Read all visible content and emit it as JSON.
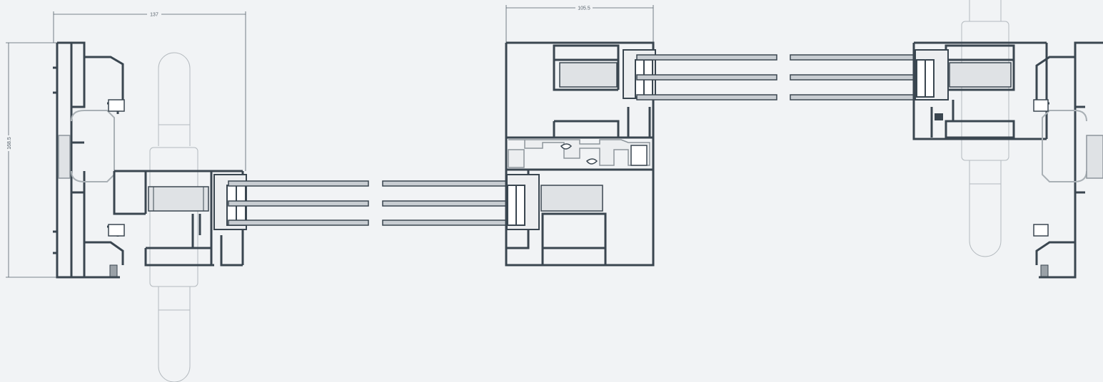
{
  "dimensions": {
    "left_frame_depth": "137",
    "sash_frame_depth": "105.5",
    "overall_height": "168.5"
  },
  "colors": {
    "background": "#f1f3f5",
    "profile": "#3a4650",
    "insulation_strip": "#9aa1a7",
    "insulation_fill": "#dfe2e5",
    "handle_outline": "#b4babf",
    "dimension_line": "#55606a"
  }
}
